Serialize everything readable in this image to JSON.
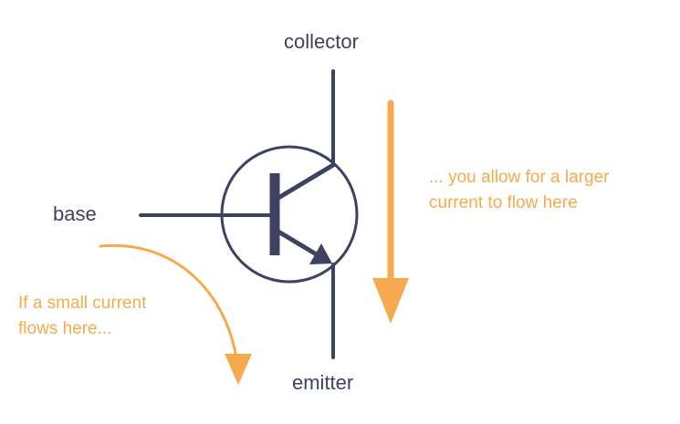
{
  "labels": {
    "collector": "collector",
    "base": "base",
    "emitter": "emitter"
  },
  "notes": {
    "small_current_line1": "If a small current",
    "small_current_line2": "flows here...",
    "large_current_line1": "... you allow for a larger",
    "large_current_line2": "current to flow here"
  },
  "colors": {
    "symbol": "#3d4260",
    "annotation": "#f7a94e"
  }
}
